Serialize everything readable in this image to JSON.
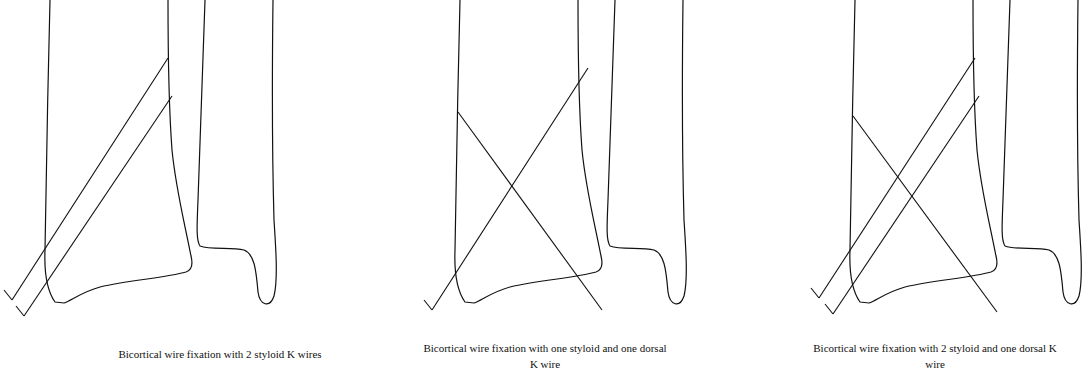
{
  "diagram": {
    "labels": [
      "Bicortical wire fixation with 2 styloid K wires",
      "Bicortical wire fixation with one styloid and one dorsal K wire",
      "Bicortical wire fixation with 2 styloid and one dorsal K wire"
    ]
  }
}
